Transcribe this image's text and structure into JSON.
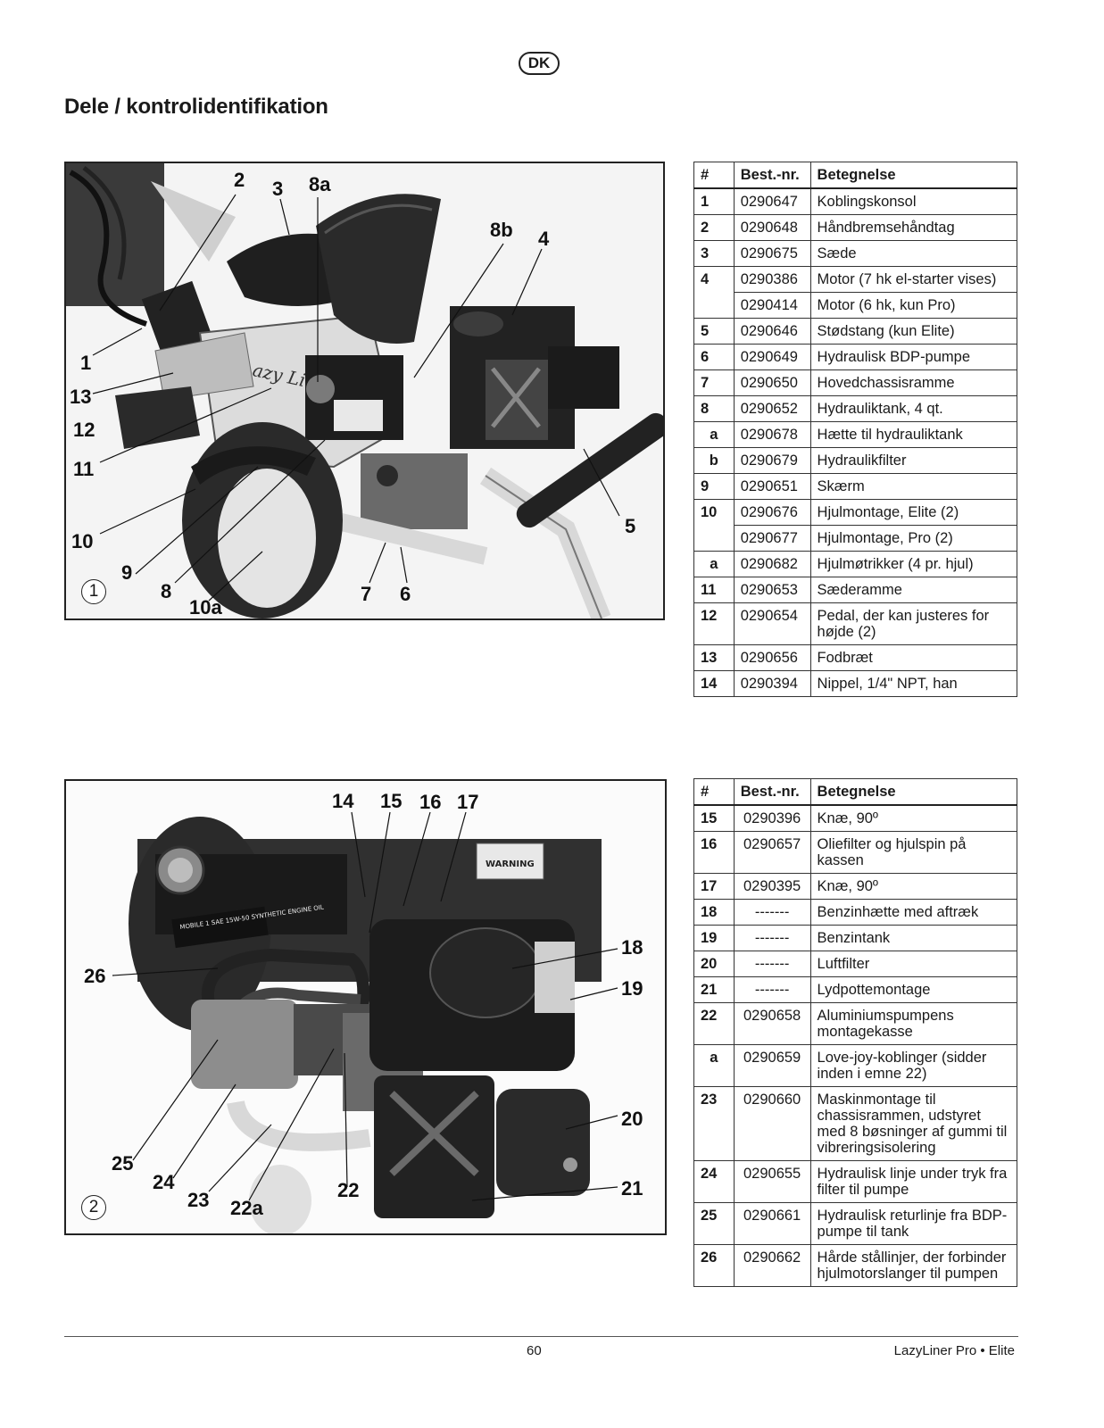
{
  "language_badge": "DK",
  "title": "Dele / kontrolidentifikation",
  "figure1": {
    "number": "1",
    "callouts": [
      "2",
      "3",
      "8a",
      "8b",
      "4",
      "1",
      "13",
      "12",
      "11",
      "10",
      "5",
      "9",
      "8",
      "10a",
      "7",
      "6"
    ],
    "decal_text": "Lazy Liner"
  },
  "table1": {
    "headers": [
      "#",
      "Best.-nr.",
      "Betegnelse"
    ],
    "rows": [
      {
        "num": "1",
        "code": "0290647",
        "desc": "Koblingskonsol"
      },
      {
        "num": "2",
        "code": "0290648",
        "desc": "Håndbremsehåndtag"
      },
      {
        "num": "3",
        "code": "0290675",
        "desc": "Sæde"
      },
      {
        "num": "4",
        "code": "0290386",
        "desc": "Motor (7 hk el-starter vises)"
      },
      {
        "num": "",
        "code": "0290414",
        "desc": "Motor (6 hk, kun Pro)"
      },
      {
        "num": "5",
        "code": "0290646",
        "desc": "Stødstang (kun Elite)"
      },
      {
        "num": "6",
        "code": "0290649",
        "desc": "Hydraulisk BDP-pumpe"
      },
      {
        "num": "7",
        "code": "0290650",
        "desc": "Hovedchassisramme"
      },
      {
        "num": "8",
        "code": "0290652",
        "desc": "Hydrauliktank, 4 qt."
      },
      {
        "num": "a",
        "code": "0290678",
        "desc": "Hætte til hydrauliktank"
      },
      {
        "num": "b",
        "code": "0290679",
        "desc": "Hydraulikfilter"
      },
      {
        "num": "9",
        "code": "0290651",
        "desc": "Skærm"
      },
      {
        "num": "10",
        "code": "0290676",
        "desc": "Hjulmontage, Elite (2)"
      },
      {
        "num": "",
        "code": "0290677",
        "desc": "Hjulmontage, Pro (2)"
      },
      {
        "num": "a",
        "code": "0290682",
        "desc": "Hjulmøtrikker (4 pr. hjul)"
      },
      {
        "num": "11",
        "code": "0290653",
        "desc": "Sæderamme"
      },
      {
        "num": "12",
        "code": "0290654",
        "desc": "Pedal, der kan justeres for højde (2)"
      },
      {
        "num": "13",
        "code": "0290656",
        "desc": "Fodbræt"
      },
      {
        "num": "14",
        "code": "0290394",
        "desc": "Nippel, 1/4\" NPT, han"
      }
    ]
  },
  "figure2": {
    "number": "2",
    "callouts": [
      "14",
      "15",
      "16",
      "17",
      "18",
      "19",
      "26",
      "20",
      "21",
      "25",
      "24",
      "23",
      "22a",
      "22"
    ],
    "decal_oil": "MOBILE 1 SAE 15W-50 SYNTHETIC ENGINE OIL",
    "decal_warning": "WARNING"
  },
  "table2": {
    "headers": [
      "#",
      "Best.-nr.",
      "Betegnelse"
    ],
    "rows": [
      {
        "num": "15",
        "code": "0290396",
        "desc": "Knæ, 90º"
      },
      {
        "num": "16",
        "code": "0290657",
        "desc": "Oliefilter og hjulspin på kassen"
      },
      {
        "num": "17",
        "code": "0290395",
        "desc": "Knæ, 90º"
      },
      {
        "num": "18",
        "code": "-------",
        "desc": "Benzinhætte med aftræk"
      },
      {
        "num": "19",
        "code": "-------",
        "desc": "Benzintank"
      },
      {
        "num": "20",
        "code": "-------",
        "desc": "Luftfilter"
      },
      {
        "num": "21",
        "code": "-------",
        "desc": "Lydpottemontage"
      },
      {
        "num": "22",
        "code": "0290658",
        "desc": "Aluminiumspumpens montagekasse"
      },
      {
        "num": "a",
        "code": "0290659",
        "desc": "Love-joy-koblinger (sidder inden i emne 22)"
      },
      {
        "num": "23",
        "code": "0290660",
        "desc": "Maskinmontage til chassisrammen, udstyret med 8 bøsninger af gummi til vibreringsisolering"
      },
      {
        "num": "24",
        "code": "0290655",
        "desc": "Hydraulisk linje under tryk fra filter til pumpe"
      },
      {
        "num": "25",
        "code": "0290661",
        "desc": "Hydraulisk returlinje fra BDP-pumpe til tank"
      },
      {
        "num": "26",
        "code": "0290662",
        "desc": "Hårde stållinjer, der forbinder hjulmotorslanger til pumpen"
      }
    ]
  },
  "footer": {
    "page_number": "60",
    "document_name": "LazyLiner Pro • Elite"
  }
}
